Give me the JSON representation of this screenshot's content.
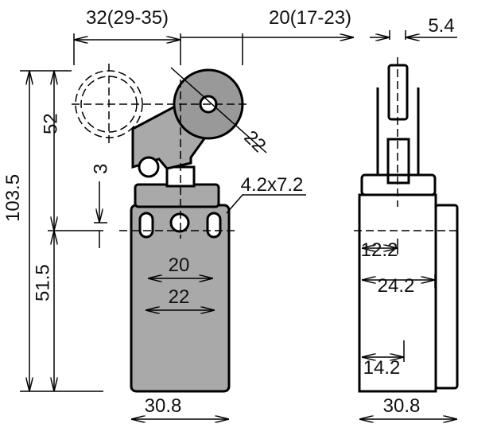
{
  "title": "Limit switch with roller lever dimension drawing",
  "colors": {
    "body_fill": "#a9a9a9",
    "line": "#000000"
  },
  "dimensions": {
    "lever_reach": "32(29-35)",
    "lever_travel": "20(17-23)",
    "roller_width": "5.4",
    "roller_diameter": "22",
    "slot_size": "4.2x7.2",
    "lever_height": "52",
    "total_height": "103.5",
    "body_height": "51.5",
    "offset": "3",
    "hole_spacing_inner": "20",
    "hole_spacing_outer": "22",
    "body_width_front": "30.8",
    "side_12": "12.2",
    "side_24": "24.2",
    "side_14": "14.2",
    "body_width_side": "30.8"
  }
}
